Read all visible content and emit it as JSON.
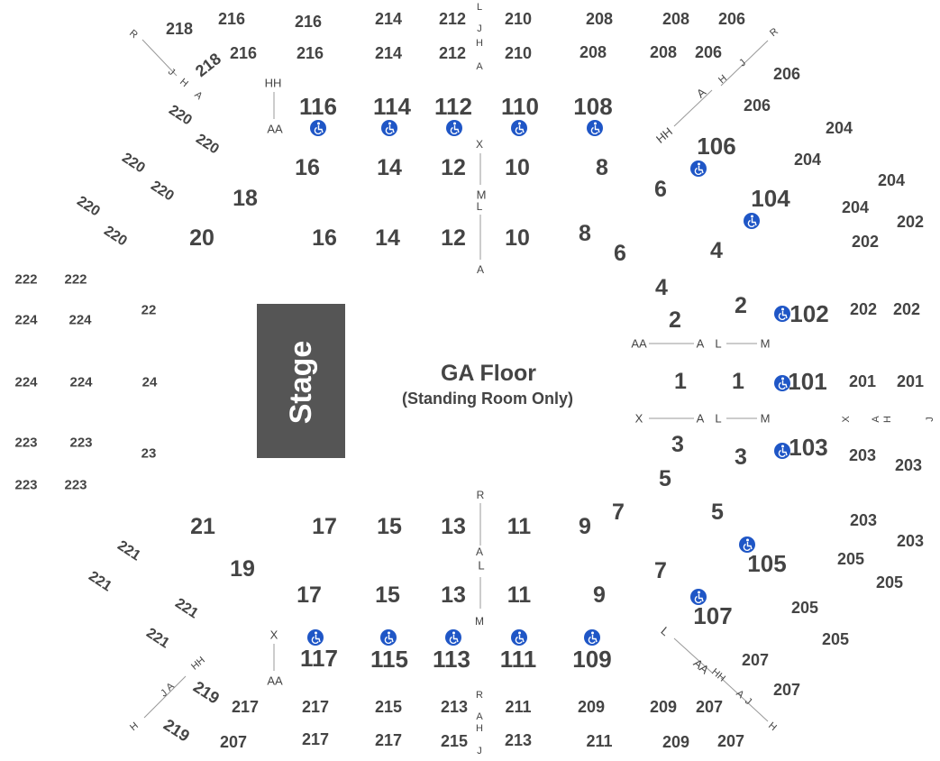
{
  "stage": {
    "label": "Stage",
    "color": "#555555"
  },
  "floor": {
    "title": "GA Floor",
    "subtitle": "(Standing Room Only)"
  },
  "colors": {
    "text": "#444444",
    "line": "#999999",
    "ada": "#1f56c6"
  },
  "icon_names": {
    "accessible": "wheelchair-icon"
  },
  "sections": {
    "upper_top": [
      "218",
      "216",
      "216",
      "214",
      "212",
      "210",
      "208",
      "208",
      "206",
      "216",
      "216",
      "214",
      "212",
      "210",
      "208",
      "208",
      "206",
      "206",
      "206",
      "218"
    ],
    "upper_left": [
      "220",
      "220",
      "220",
      "220",
      "220",
      "220",
      "222",
      "222",
      "224",
      "224",
      "224",
      "224",
      "223",
      "223",
      "223",
      "223",
      "221",
      "221",
      "221",
      "221",
      "219",
      "219"
    ],
    "upper_right": [
      "204",
      "204",
      "204",
      "204",
      "202",
      "202",
      "202",
      "202",
      "201",
      "201",
      "203",
      "203",
      "203",
      "203",
      "205",
      "205",
      "205",
      "205",
      "207",
      "207",
      "207",
      "207"
    ],
    "upper_bottom": [
      "217",
      "217",
      "215",
      "213",
      "211",
      "209",
      "209",
      "207",
      "217",
      "217",
      "215",
      "213",
      "211",
      "209",
      "209"
    ],
    "lower": [
      "116",
      "114",
      "112",
      "110",
      "108",
      "106",
      "104",
      "102",
      "101",
      "103",
      "105",
      "107",
      "109",
      "111",
      "113",
      "115",
      "117"
    ],
    "floor_sections": [
      "16",
      "14",
      "12",
      "10",
      "8",
      "18",
      "6",
      "16",
      "14",
      "12",
      "10",
      "8",
      "6",
      "4",
      "4",
      "20",
      "2",
      "2",
      "22",
      "1",
      "1",
      "24",
      "3",
      "3",
      "23",
      "5",
      "5",
      "7",
      "21",
      "17",
      "15",
      "13",
      "11",
      "9",
      "7",
      "19",
      "17",
      "15",
      "13",
      "11",
      "9"
    ]
  },
  "row_labels": [
    "R",
    "J",
    "H",
    "A",
    "HH",
    "AA",
    "L",
    "J",
    "H",
    "A",
    "X",
    "M",
    "L",
    "A",
    "R",
    "J",
    "H",
    "A",
    "HH",
    "AA",
    "A",
    "L",
    "M",
    "X",
    "A",
    "L",
    "M",
    "X",
    "A",
    "H",
    "J",
    "R",
    "A",
    "L",
    "M",
    "X",
    "AA",
    "HH",
    "A",
    "J",
    "H",
    "R",
    "A",
    "H",
    "J",
    "L",
    "AA",
    "HH",
    "A",
    "J",
    "H",
    "R"
  ]
}
